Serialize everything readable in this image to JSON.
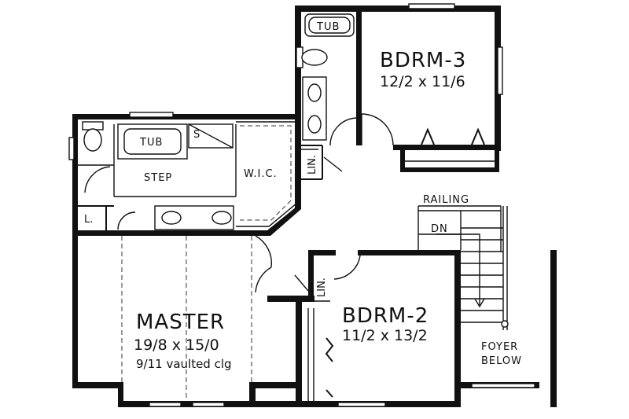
{
  "rooms": {
    "bdrm3": {
      "name": "BDRM-3",
      "dims": "12/2 x 11/6"
    },
    "bdrm2": {
      "name": "BDRM-2",
      "dims": "11/2 x 13/2"
    },
    "master": {
      "name": "MASTER",
      "dims": "19/8 x 15/0",
      "note": "9/11 vaulted clg"
    }
  },
  "labels": {
    "tub_top": "TUB",
    "tub_master": "TUB",
    "shower": "S",
    "step": "STEP",
    "wic": "W.I.C.",
    "lin_upper": "LIN.",
    "lin_lower": "LIN.",
    "laundry": "L.",
    "railing": "RAILING",
    "dn": "DN",
    "foyer_line1": "FOYER",
    "foyer_line2": "BELOW"
  }
}
